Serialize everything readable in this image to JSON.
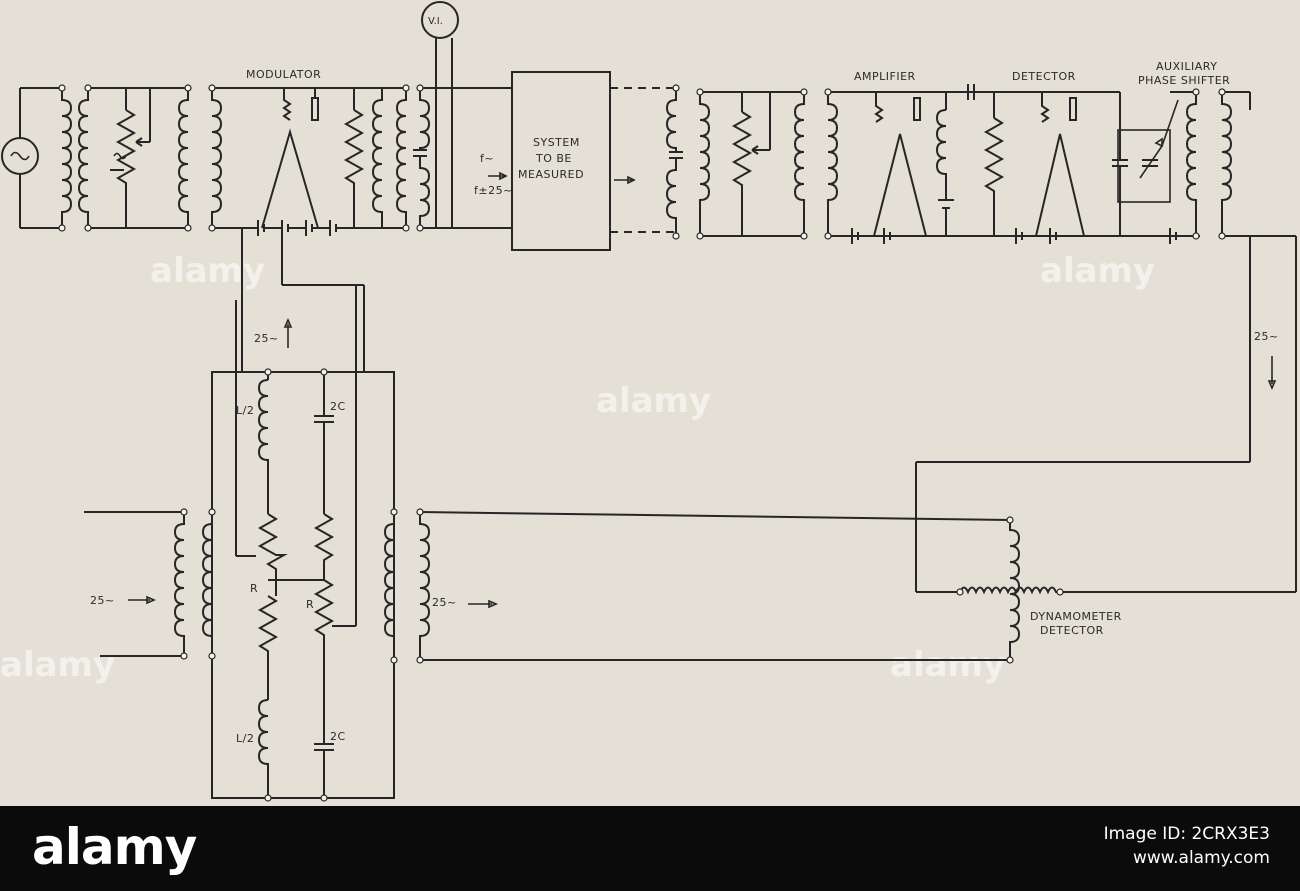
{
  "labels": {
    "vi": "V.I.",
    "modulator": "MODULATOR",
    "system_line1": "SYSTEM",
    "system_line2": "TO BE",
    "system_line3": "MEASURED",
    "f_tilde": "f~",
    "f_pm25": "f±25~",
    "amplifier": "AMPLIFIER",
    "detector": "DETECTOR",
    "aux_line1": "AUXILIARY",
    "aux_line2": "PHASE SHIFTER",
    "mod_feed": "25~",
    "right_feed": "25~",
    "bridge_in": "25~",
    "bridge_out": "25~",
    "l_half_top": "L/2",
    "l_half_bottom": "L/2",
    "c2_top": "2C",
    "c2_bottom": "2C",
    "r_left": "R",
    "r_right": "R",
    "dyn_line1": "DYNAMOMETER",
    "dyn_line2": "DETECTOR"
  },
  "watermark": {
    "text": "alamy"
  },
  "footer": {
    "logo": "alamy",
    "image_id": "Image ID: 2CRX3E3",
    "site": "www.alamy.com"
  }
}
